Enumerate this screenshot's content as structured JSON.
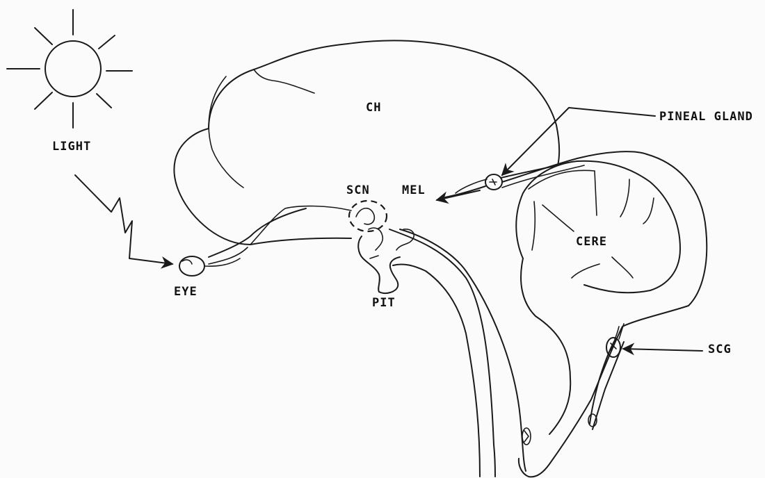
{
  "labels": {
    "light": "LIGHT",
    "ch": "CH",
    "pineal_gland": "PINEAL GLAND",
    "scn": "SCN",
    "mel": "MEL",
    "cere": "CERE",
    "eye": "EYE",
    "pit": "PIT",
    "scg": "SCG"
  },
  "colors": {
    "ink": "#1a1a1a",
    "paper": "#fbfbfb"
  }
}
